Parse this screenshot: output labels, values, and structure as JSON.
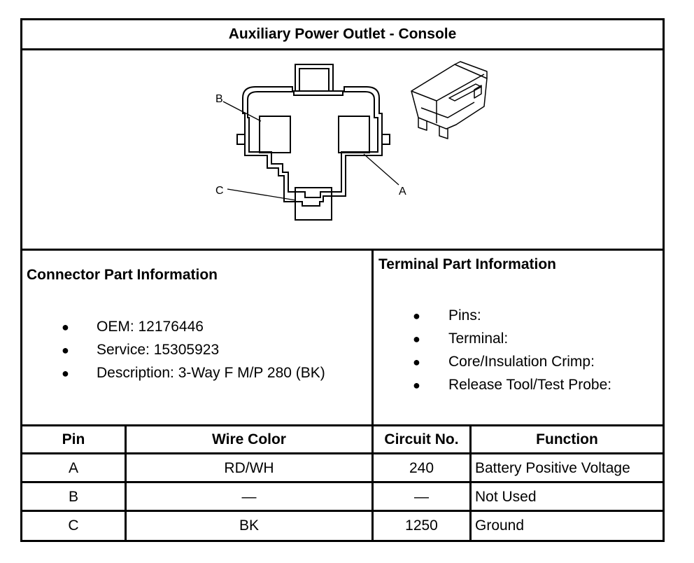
{
  "title": "Auxiliary Power Outlet - Console",
  "diagram": {
    "labels": {
      "a": "A",
      "b": "B",
      "c": "C"
    },
    "pins": [
      {
        "id": "A",
        "cavity": "right"
      },
      {
        "id": "B",
        "cavity": "left"
      },
      {
        "id": "C",
        "cavity": "bottom"
      }
    ]
  },
  "connector_info": {
    "heading": "Connector Part Information",
    "items": [
      "OEM: 12176446",
      "Service: 15305923",
      "Description: 3-Way F M/P 280 (BK)"
    ]
  },
  "terminal_info": {
    "heading": "Terminal Part Information",
    "items": [
      "Pins:",
      "Terminal:",
      "Core/Insulation Crimp:",
      "Release Tool/Test Probe:"
    ]
  },
  "table": {
    "headers": [
      "Pin",
      "Wire Color",
      "Circuit No.",
      "Function"
    ],
    "rows": [
      [
        "A",
        "RD/WH",
        "240",
        "Battery Positive Voltage"
      ],
      [
        "B",
        "—",
        "—",
        "Not Used"
      ],
      [
        "C",
        "BK",
        "1250",
        "Ground"
      ]
    ]
  }
}
